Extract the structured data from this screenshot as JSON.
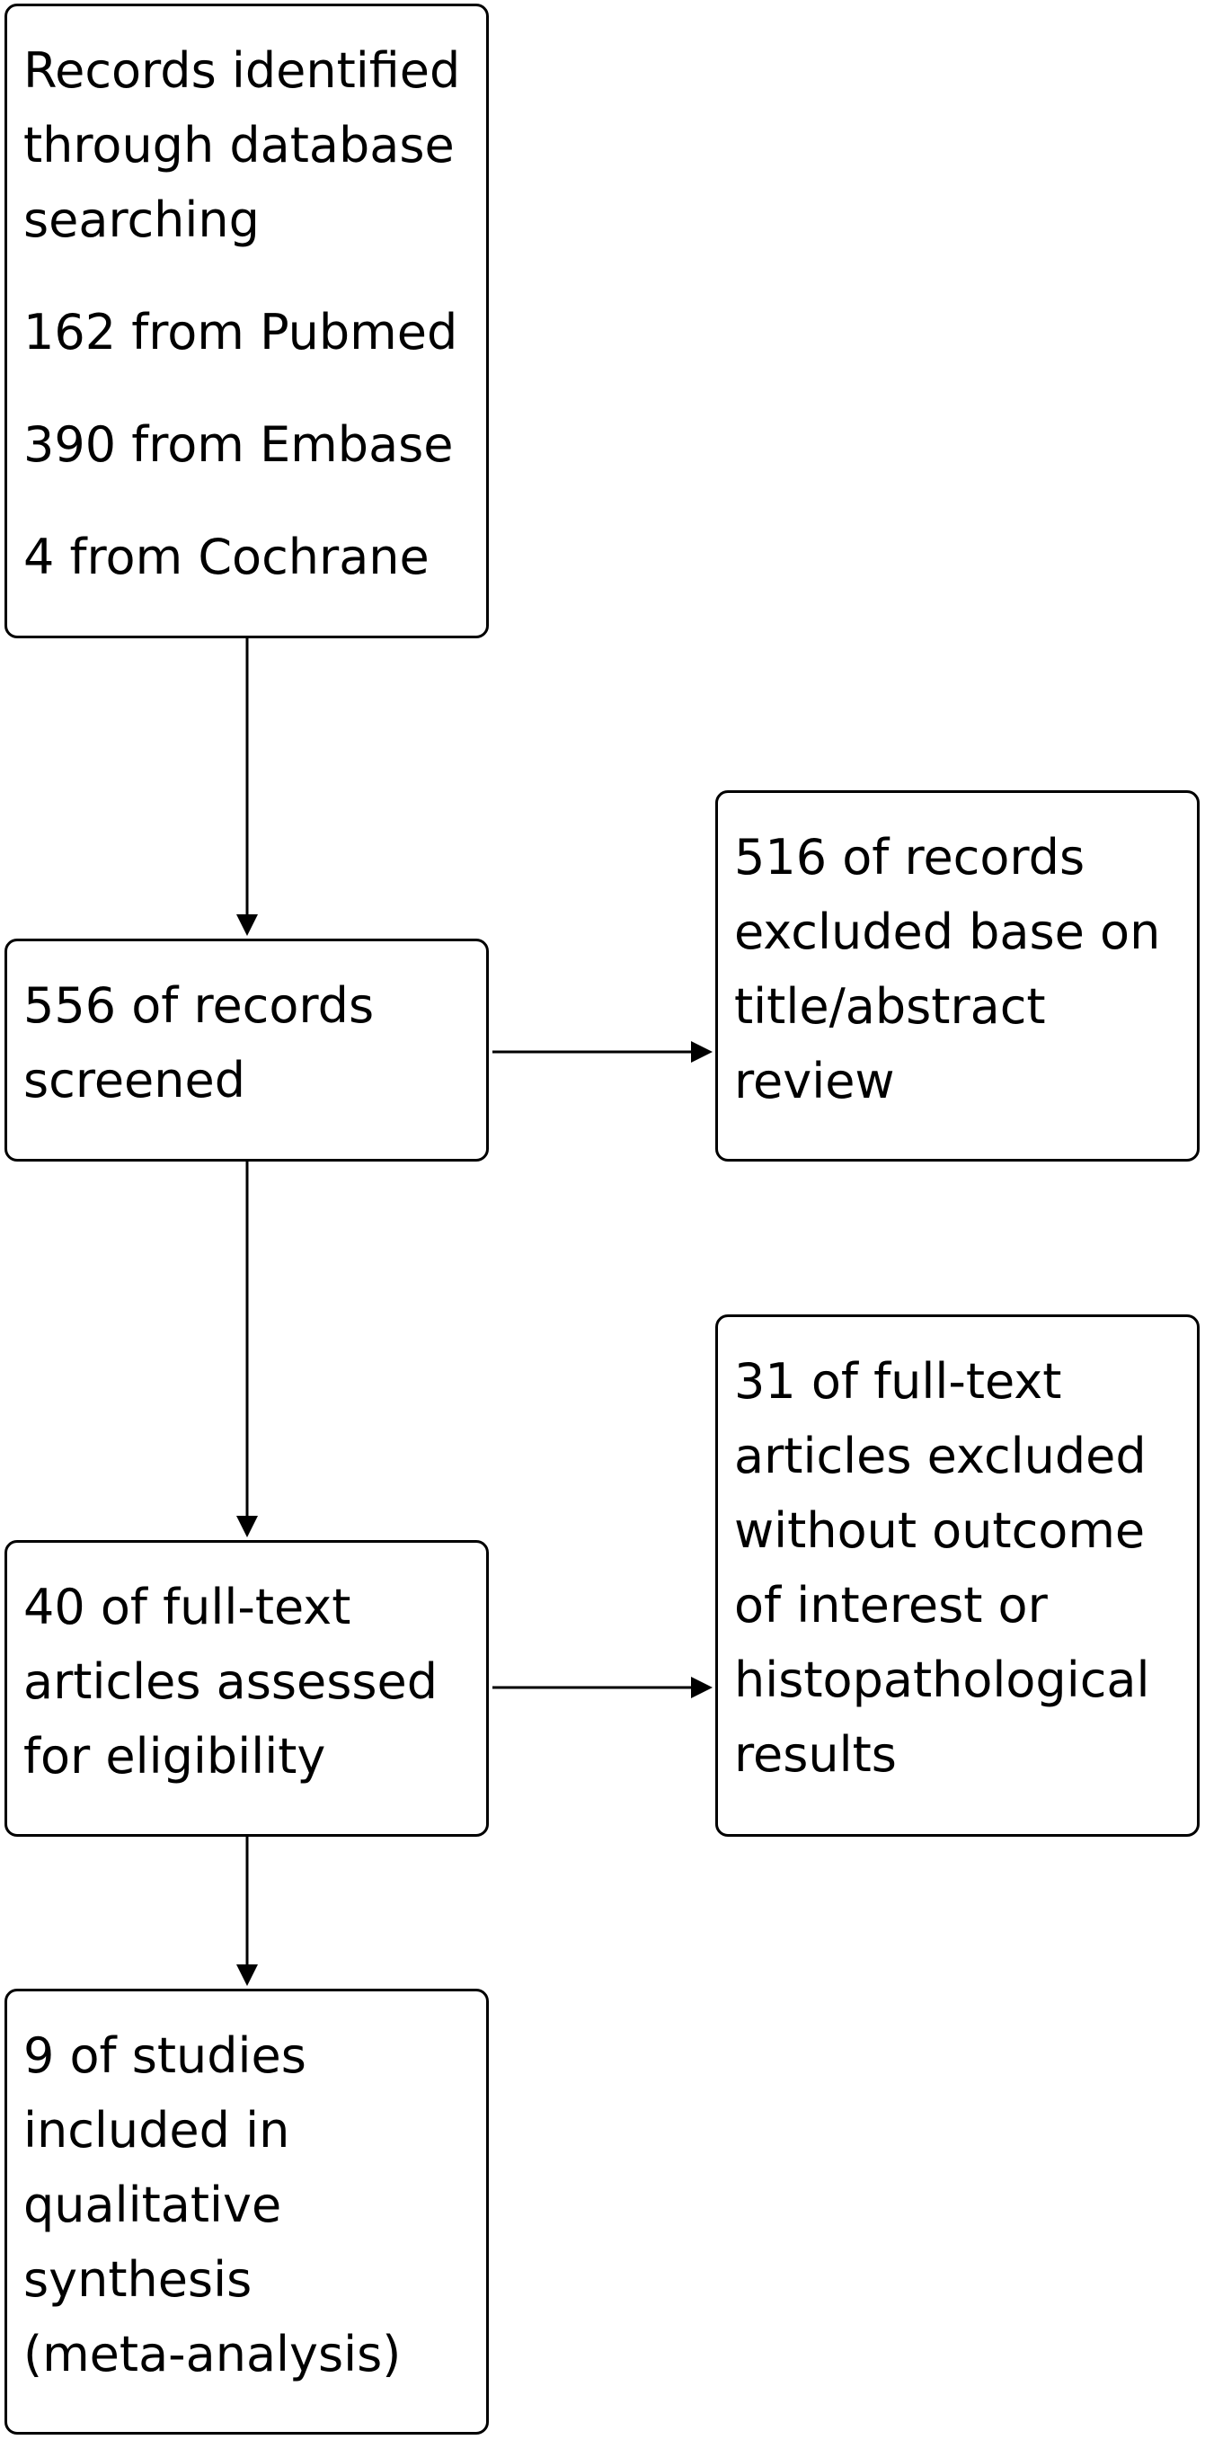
{
  "flow": {
    "identification": {
      "lines": [
        "Records identified",
        "through database",
        "searching"
      ],
      "sources": [
        "162 from Pubmed",
        "390 from Embase",
        "4 from Cochrane"
      ]
    },
    "screening": {
      "lines": [
        "556 of records",
        "screened"
      ]
    },
    "screening_excluded": {
      "lines": [
        "516 of records",
        "excluded base on",
        "title/abstract",
        "review"
      ]
    },
    "eligibility": {
      "lines": [
        "40 of full-text",
        "articles assessed",
        "for eligibility"
      ]
    },
    "eligibility_excluded": {
      "lines": [
        "31 of full-text",
        "articles excluded",
        "without outcome",
        "of interest or",
        "histopathological",
        "results"
      ]
    },
    "included": {
      "lines": [
        "9 of studies",
        "included in",
        "qualitative",
        "synthesis",
        "(meta-analysis)"
      ]
    }
  },
  "colors": {
    "border": "#000000",
    "text": "#000000",
    "background": "#ffffff"
  }
}
